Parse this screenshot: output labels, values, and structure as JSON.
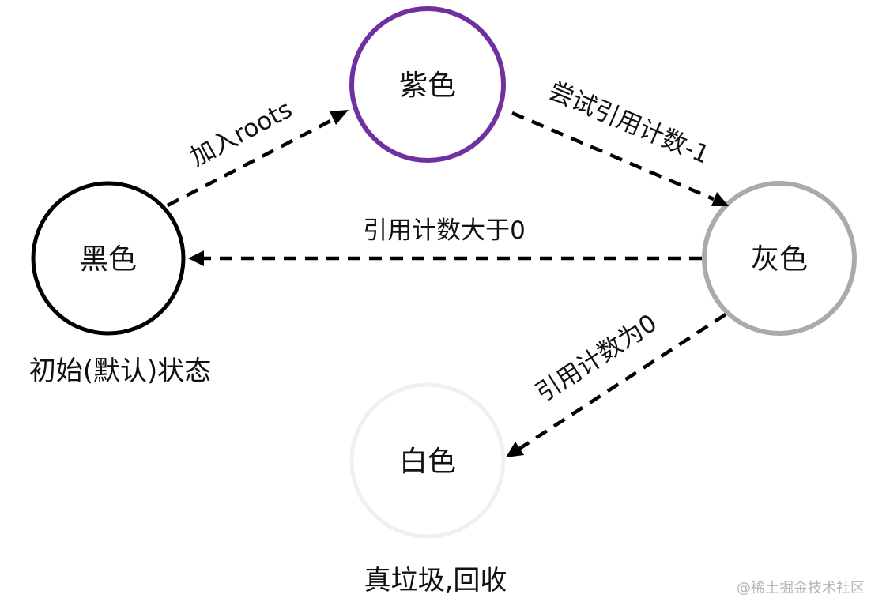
{
  "nodes": {
    "black": {
      "label": "黑色",
      "color": "#000000"
    },
    "purple": {
      "label": "紫色",
      "color": "#7030a0"
    },
    "gray": {
      "label": "灰色",
      "color": "#aaaaaa"
    },
    "white": {
      "label": "白色",
      "color": "#f0f0f0"
    }
  },
  "edges": {
    "black_to_purple": {
      "label": "加入roots"
    },
    "purple_to_gray": {
      "label": "尝试引用计数-1"
    },
    "gray_to_black": {
      "label": "引用计数大于0"
    },
    "gray_to_white": {
      "label": "引用计数为0"
    }
  },
  "captions": {
    "black": "初始(默认)状态",
    "white": "真垃圾,回收"
  },
  "watermark": "@稀土掘金技术社区"
}
